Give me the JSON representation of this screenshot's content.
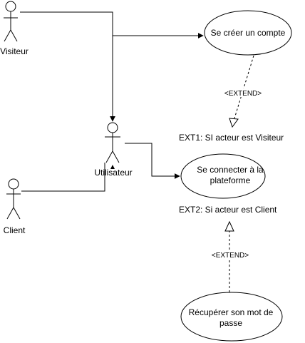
{
  "colors": {
    "stroke": "#000000",
    "background": "#ffffff"
  },
  "actors": {
    "visiteur": {
      "label": "Visiteur"
    },
    "utilisateur": {
      "label": "Utilisateur"
    },
    "client": {
      "label": "Client"
    }
  },
  "use_cases": {
    "creer_compte": {
      "label": "Se créer un compte"
    },
    "connecter": {
      "label_line1": "Se connecter à la",
      "label_line2": "plateforme"
    },
    "recuperer": {
      "label_line1": "Récupérer son mot de",
      "label_line2": "passe"
    }
  },
  "relations": {
    "extend_top": {
      "stereotype": "<EXTEND>"
    },
    "extend_bottom": {
      "stereotype": "<EXTEND>"
    }
  },
  "conditions": {
    "ext1": "EXT1: SI acteur est Visiteur",
    "ext2": "EXT2: Si acteur est Client"
  }
}
